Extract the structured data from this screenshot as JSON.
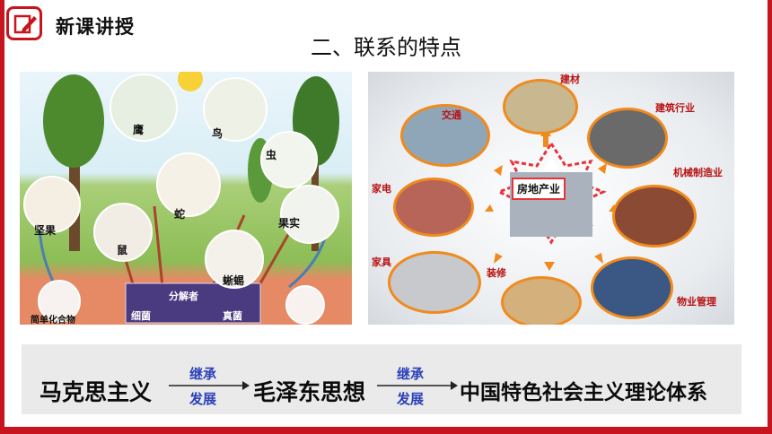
{
  "header": {
    "section_name": "新课讲授",
    "title": "二、联系的特点"
  },
  "food_web": {
    "labels": {
      "eagle": "鹰",
      "bird": "鸟",
      "insect": "虫",
      "nut": "坚果",
      "mouse": "鼠",
      "snake": "蛇",
      "fruit": "果实",
      "lizard": "蜥蜴",
      "decomposer": "分解者",
      "bacteria": "细菌",
      "fungi": "真菌",
      "compound": "简单化合物"
    }
  },
  "industry": {
    "center": "房地产业",
    "labels": {
      "building_material": "建材",
      "traffic": "交通",
      "construction": "建筑行业",
      "appliance": "家电",
      "machinery": "机械制造业",
      "furniture": "家具",
      "decoration": "装修",
      "property": "物业管理"
    }
  },
  "lineage": {
    "marx": "马克思主义",
    "arrow1_top": "继承",
    "arrow1_bottom": "发展",
    "mao": "毛泽东思想",
    "arrow2_top": "继承",
    "arrow2_bottom": "发展",
    "theory": "中国特色社会主义理论体系"
  },
  "colors": {
    "accent": "#c8141e",
    "arrow_label": "#2a3fb8",
    "industry_arrow": "#f08a1e"
  }
}
